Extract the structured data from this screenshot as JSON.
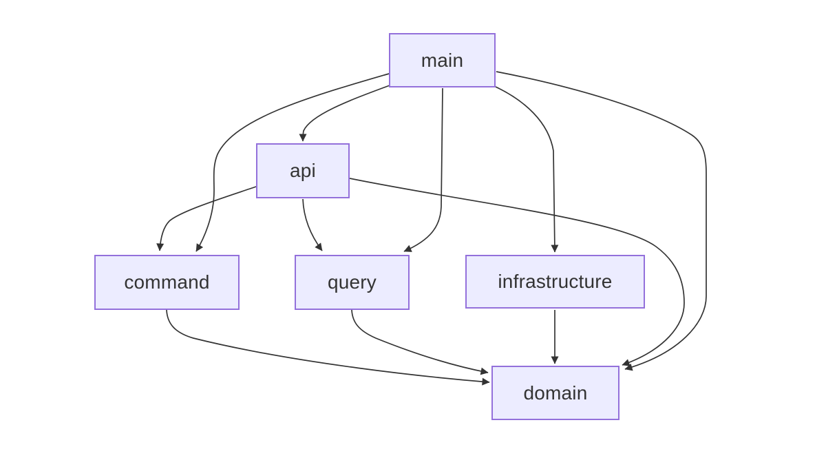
{
  "diagram": {
    "type": "flowchart",
    "direction": "top-down",
    "nodes": [
      {
        "id": "main",
        "label": "main"
      },
      {
        "id": "api",
        "label": "api"
      },
      {
        "id": "command",
        "label": "command"
      },
      {
        "id": "query",
        "label": "query"
      },
      {
        "id": "infrastructure",
        "label": "infrastructure"
      },
      {
        "id": "domain",
        "label": "domain"
      }
    ],
    "edges": [
      {
        "from": "main",
        "to": "api"
      },
      {
        "from": "main",
        "to": "command"
      },
      {
        "from": "main",
        "to": "query"
      },
      {
        "from": "main",
        "to": "infrastructure"
      },
      {
        "from": "main",
        "to": "domain"
      },
      {
        "from": "api",
        "to": "command"
      },
      {
        "from": "api",
        "to": "query"
      },
      {
        "from": "api",
        "to": "domain"
      },
      {
        "from": "command",
        "to": "domain"
      },
      {
        "from": "query",
        "to": "domain"
      },
      {
        "from": "infrastructure",
        "to": "domain"
      }
    ],
    "colors": {
      "node_fill": "#ECECFF",
      "node_border": "#9370DB",
      "edge": "#333333",
      "text": "#333333",
      "background": "#FFFFFF"
    }
  }
}
